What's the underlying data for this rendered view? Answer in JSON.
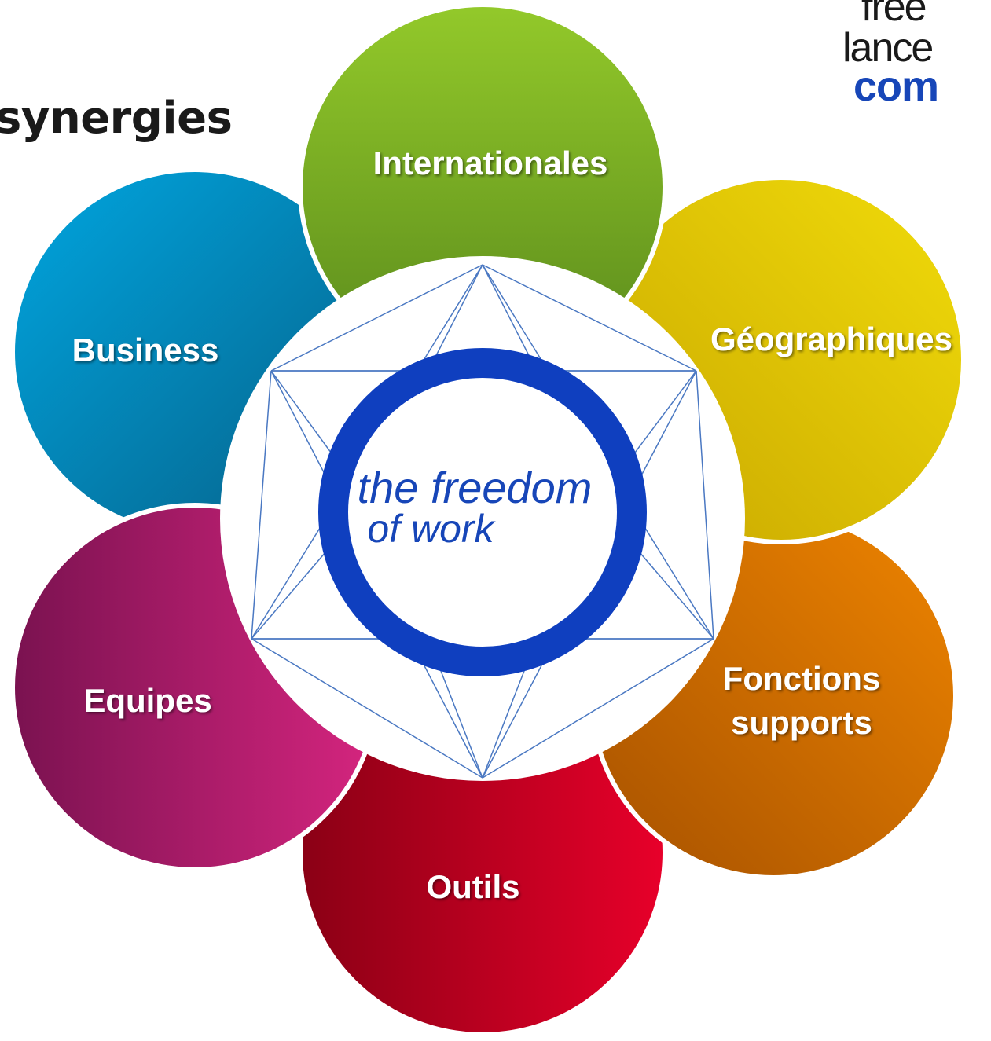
{
  "heading": "synergies",
  "logo": {
    "line1": "free",
    "line2": "lance",
    "line3": "com",
    "colors": {
      "text": "#1a1a1a",
      "accent": "#1746b8"
    }
  },
  "center": {
    "line1": "the freedom",
    "line2": "of work",
    "ring_color": "#0f3fbf",
    "lattice_color": "#4a78c2"
  },
  "petals": [
    {
      "label": "Internationales",
      "colors": [
        "#93c92a",
        "#5a8a1c"
      ]
    },
    {
      "label": "Géographiques",
      "colors": [
        "#f1dc0a",
        "#c8a600"
      ]
    },
    {
      "label": "Fonctions",
      "label2": "supports",
      "colors": [
        "#ef8500",
        "#a65100"
      ]
    },
    {
      "label": "Outils",
      "colors": [
        "#e8002a",
        "#8a0015"
      ]
    },
    {
      "label": "Equipes",
      "colors": [
        "#d6257f",
        "#7a1250"
      ]
    },
    {
      "label": "Business",
      "colors": [
        "#00a6e0",
        "#075f86"
      ]
    }
  ]
}
